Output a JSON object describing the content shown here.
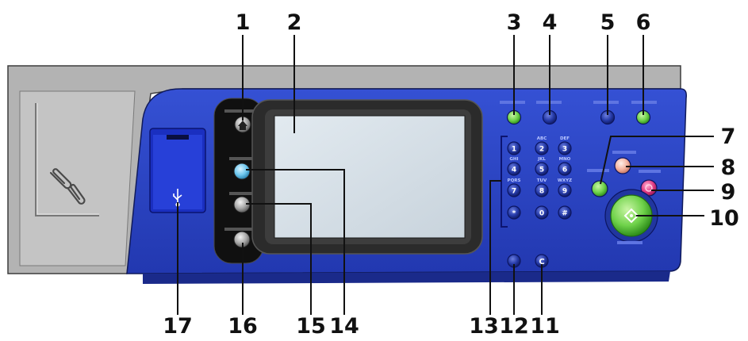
{
  "callouts": [
    {
      "id": "1",
      "label": "1"
    },
    {
      "id": "2",
      "label": "2"
    },
    {
      "id": "3",
      "label": "3"
    },
    {
      "id": "4",
      "label": "4"
    },
    {
      "id": "5",
      "label": "5"
    },
    {
      "id": "6",
      "label": "6"
    },
    {
      "id": "7",
      "label": "7"
    },
    {
      "id": "8",
      "label": "8"
    },
    {
      "id": "9",
      "label": "9"
    },
    {
      "id": "10",
      "label": "10"
    },
    {
      "id": "11",
      "label": "11"
    },
    {
      "id": "12",
      "label": "12"
    },
    {
      "id": "13",
      "label": "13"
    },
    {
      "id": "14",
      "label": "14"
    },
    {
      "id": "15",
      "label": "15"
    },
    {
      "id": "16",
      "label": "16"
    },
    {
      "id": "17",
      "label": "17"
    }
  ],
  "keypad": [
    {
      "digit": "1",
      "letters": ""
    },
    {
      "digit": "2",
      "letters": "ABC"
    },
    {
      "digit": "3",
      "letters": "DEF"
    },
    {
      "digit": "4",
      "letters": "GHI"
    },
    {
      "digit": "5",
      "letters": "JKL"
    },
    {
      "digit": "6",
      "letters": "MNO"
    },
    {
      "digit": "7",
      "letters": "PQRS"
    },
    {
      "digit": "8",
      "letters": "TUV"
    },
    {
      "digit": "9",
      "letters": "WXYZ"
    },
    {
      "digit": "*",
      "letters": ""
    },
    {
      "digit": "0",
      "letters": ""
    },
    {
      "digit": "#",
      "letters": ""
    }
  ],
  "clear_key": "C",
  "colors": {
    "panel_blue": "#2c46c6",
    "housing_gray": "#b5b5b5",
    "bezel": "#3a3a3a",
    "screen": "#d6dfe6",
    "green_button": "#6fd24a",
    "blue_button": "#6ec7ee",
    "orange_button": "#f3b2a0",
    "pink_button": "#e03c85",
    "usb_blue": "#1a2fc0"
  },
  "icons": [
    "home-icon",
    "usb-icon",
    "paperclip-icon",
    "start-icon",
    "stop-icon"
  ]
}
